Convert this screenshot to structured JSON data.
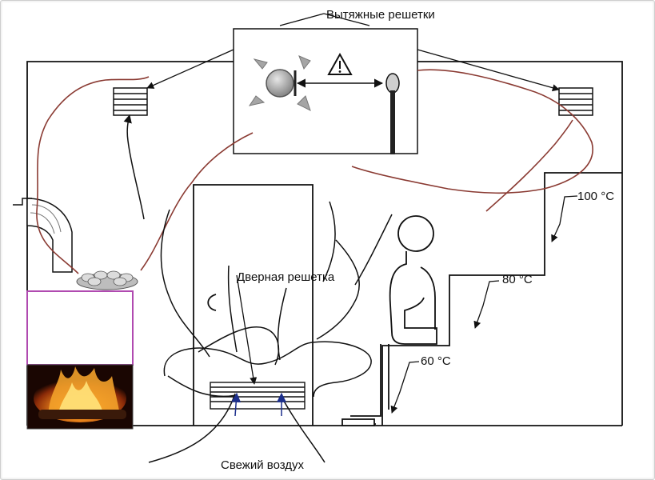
{
  "labels": {
    "exhaust_grilles": "Вытяжные решетки",
    "door_grille": "Дверная решетка",
    "fresh_air": "Свежий воздух",
    "temp_100": "100 °C",
    "temp_80": "80 °C",
    "temp_60": "60 °C"
  },
  "colors": {
    "line": "#111111",
    "airflow_warm": "#8a3a32",
    "airflow_fresh": "#1c2f8c",
    "stove_top": "#b04ab0",
    "fan_gray": "#9a9a9a"
  },
  "icons": [
    "fan-icon",
    "warning-icon",
    "sensor-icon",
    "fire-icon",
    "grille-icon"
  ]
}
